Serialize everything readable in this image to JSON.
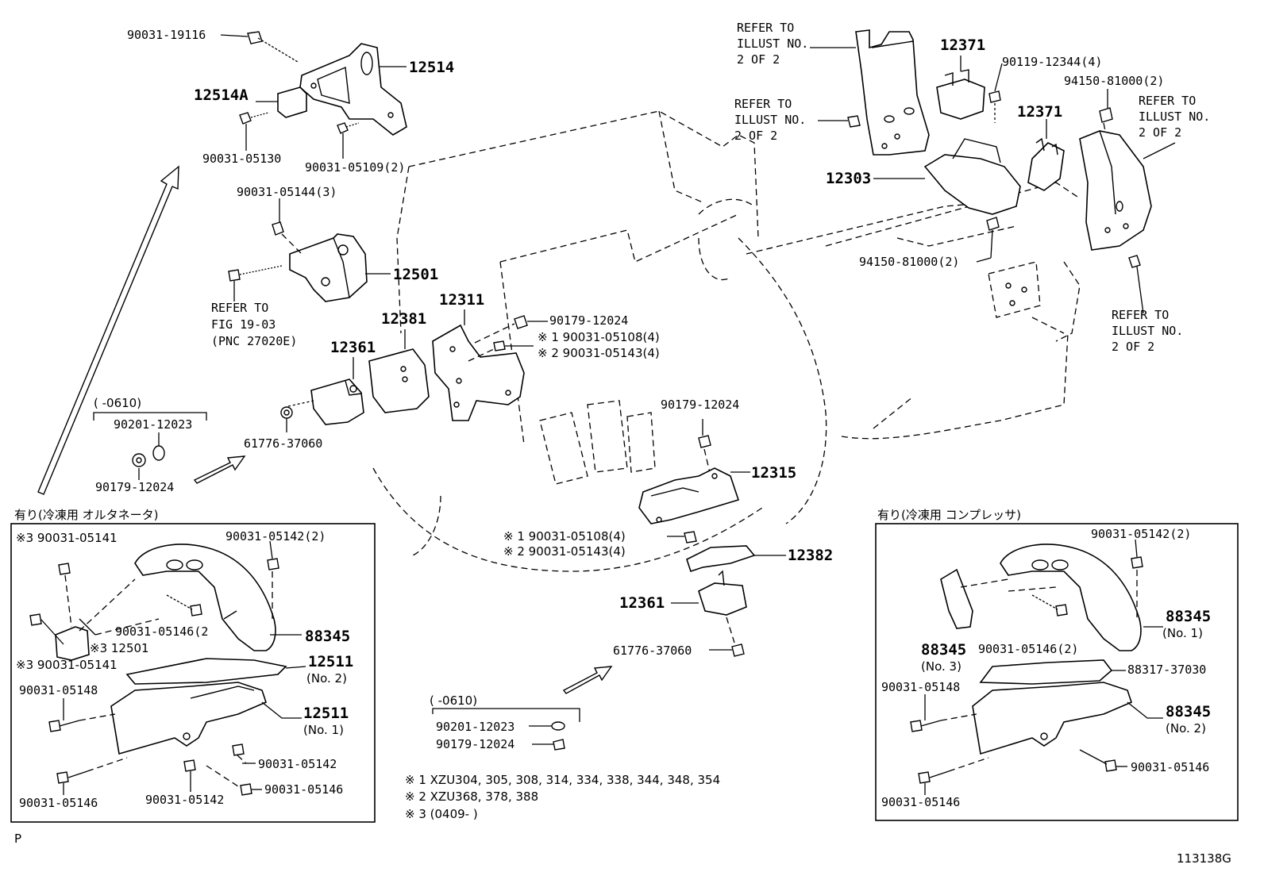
{
  "labels": {
    "p90031_19116": "90031-19116",
    "p12514": "12514",
    "p12514A": "12514A",
    "p90031_05130": "90031-05130",
    "p90031_05109": "90031-05109(2)",
    "p90031_05144": "90031-05144(3)",
    "p12501": "12501",
    "refer_fig_1": "REFER TO",
    "refer_fig_2": "FIG 19-03",
    "refer_fig_3": "(PNC 27020E)",
    "p12381": "12381",
    "p12311": "12311",
    "p12361_a": "12361",
    "p90179_12024_a": "90179-12024",
    "p90031_05108_a": "※ 1 90031-05108(4)",
    "p90031_05143_a": "※ 2 90031-05143(4)",
    "date_left": "(    -0610)",
    "p90201_12023_a": "90201-12023",
    "p61776_37060_a": "61776-37060",
    "p90179_12024_b": "90179-12024",
    "refer_ill_a1": "REFER TO",
    "refer_ill_a2": "ILLUST NO.",
    "refer_ill_a3": "2 OF 2",
    "p12371_a": "12371",
    "p90119_12344": "90119-12344(4)",
    "p94150_81000_a": "94150-81000(2)",
    "refer_ill_b1": "REFER TO",
    "refer_ill_b2": "ILLUST NO.",
    "refer_ill_b3": "2 OF 2",
    "refer_ill_c1": "REFER TO",
    "refer_ill_c2": "ILLUST NO.",
    "refer_ill_c3": "2 OF 2",
    "p12371_b": "12371",
    "p12303": "12303",
    "p94150_81000_b": "94150-81000(2)",
    "refer_ill_d1": "REFER TO",
    "refer_ill_d2": "ILLUST NO.",
    "refer_ill_d3": "2 OF 2",
    "p90179_12024_c": "90179-12024",
    "p12315": "12315",
    "p90031_05108_b": "※ 1 90031-05108(4)",
    "p90031_05143_b": "※ 2 90031-05143(4)",
    "p12382": "12382",
    "p12361_b": "12361",
    "p61776_37060_b": "61776-37060",
    "date_center": "(      -0610)",
    "p90201_12023_b": "90201-12023",
    "p90179_12024_d": "90179-12024",
    "note1": "※ 1  XZU304, 305, 308, 314, 334, 338, 344, 348, 354",
    "note2": "※ 2  XZU368, 378, 388",
    "note3": "※ 3  (0409-       )",
    "corner_p": "P",
    "drawing_id": "113138G"
  },
  "box_left": {
    "title": "有り(冷凍用 オルタネータ)",
    "p90031_05141_a": "※3 90031-05141",
    "p90031_05142_2": "90031-05142(2)",
    "p90031_05146_2": "90031-05146(2",
    "p88345": "88345",
    "p12501": "※3 12501",
    "p90031_05141_b": "※3 90031-05141",
    "p12511_no2": "12511",
    "p12511_no2_sub": "(No. 2)",
    "p90031_05148": "90031-05148",
    "p12511_no1": "12511",
    "p12511_no1_sub": "(No. 1)",
    "p90031_05142_a": "90031-05142",
    "p90031_05146_a": "90031-05146",
    "p90031_05146_b": "90031-05146",
    "p90031_05142_b": "90031-05142"
  },
  "box_right": {
    "title": "有り(冷凍用 コンプレッサ)",
    "p90031_05142_2": "90031-05142(2)",
    "p88345_no1": "88345",
    "p88345_no1_sub": "(No. 1)",
    "p88345_no3": "88345",
    "p88345_no3_sub": "(No. 3)",
    "p90031_05146_2": "90031-05146(2)",
    "p90031_05148": "90031-05148",
    "p88317_37030": "88317-37030",
    "p88345_no2": "88345",
    "p88345_no2_sub": "(No. 2)",
    "p90031_05146_a": "90031-05146",
    "p90031_05146_b": "90031-05146"
  }
}
